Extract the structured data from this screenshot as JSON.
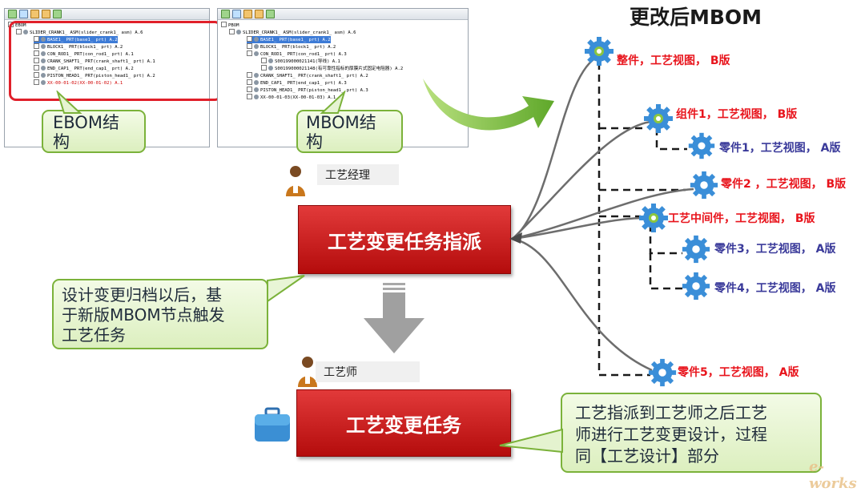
{
  "ebom_panel": {
    "rows": [
      "EBOM",
      "SLIDER_CRANK1_ ASM(slider_crank1_ asm) A.6",
      "BASE1_ PRT(base1_ prt) A.2",
      "BLOCK1_ PRT(block1_ prt) A.2",
      "CON_ROD1_ PRT(con_rod1_ prt) A.1",
      "CRANK_SHAFT1_ PRT(crank_shaft1_ prt) A.1",
      "END_CAP1_ PRT(end_cap1_ prt) A.2",
      "PISTON_HEAD1_ PRT(piston_head1_ prt) A.2",
      "XX-00-01-02(XX-00-01-02) A.1"
    ],
    "callout": [
      "EBOM结",
      "构"
    ]
  },
  "mbom_panel": {
    "rows": [
      "PBOM",
      "SLIDER_CRANK1_ ASM(slider_crank1_ asm) A.6",
      "BASE1_ PRT(base1_ prt) A.2",
      "BLOCK1_ PRT(block1_ prt) A.2",
      "CON_ROD1_ PRT(con_rod1_ prt) A.3",
      "S00199000021141(导线) A.1",
      "S00199000021148(有可靠性指标的厚膜片式固定电阻器) A.2",
      "CRANK_SHAFT1_ PRT(crank_shaft1_ prt) A.2",
      "END_CAP1_ PRT(end_cap1_ prt) A.3",
      "PISTON_HEAD1_ PRT(piston_head1_ prt) A.3",
      "XX-00-01-03(XX-00-01-03) A.1"
    ],
    "callout": [
      "MBOM结",
      "构"
    ]
  },
  "roles": {
    "manager": "工艺经理",
    "engineer": "工艺师"
  },
  "boxes": {
    "dispatch": "工艺变更任务指派",
    "task": "工艺变更任务"
  },
  "callouts": {
    "trigger": [
      "设计变更归档以后，基",
      "于新版MBOM节点触发",
      "工艺任务"
    ],
    "design": [
      "工艺指派到工艺师之后工艺",
      "师进行工艺变更设计，过程",
      "同【工艺设计】部分"
    ]
  },
  "mbom_tree": {
    "title": "更改后MBOM",
    "nodes": [
      {
        "label": "整件，工艺视图， B版",
        "color": "#e8141c"
      },
      {
        "label": "组件1，工艺视图， B版",
        "color": "#e8141c"
      },
      {
        "label": "零件1，工艺视图， A版",
        "color": "#3a3a9a"
      },
      {
        "label": "零件2 ，工艺视图， B版",
        "color": "#e8141c"
      },
      {
        "label": "工艺中间件，工艺视图， B版",
        "color": "#e8141c"
      },
      {
        "label": "零件3，工艺视图， A版",
        "color": "#3a3a9a"
      },
      {
        "label": "零件4，工艺视图， A版",
        "color": "#3a3a9a"
      },
      {
        "label": "零件5，工艺视图， A版",
        "color": "#e8141c"
      }
    ]
  },
  "watermark": "e-works",
  "colors": {
    "red_box": "#c81818",
    "callout_border": "#7bb23a",
    "gear_blue": "#3a8ed8",
    "gear_green": "#8cc63f"
  }
}
